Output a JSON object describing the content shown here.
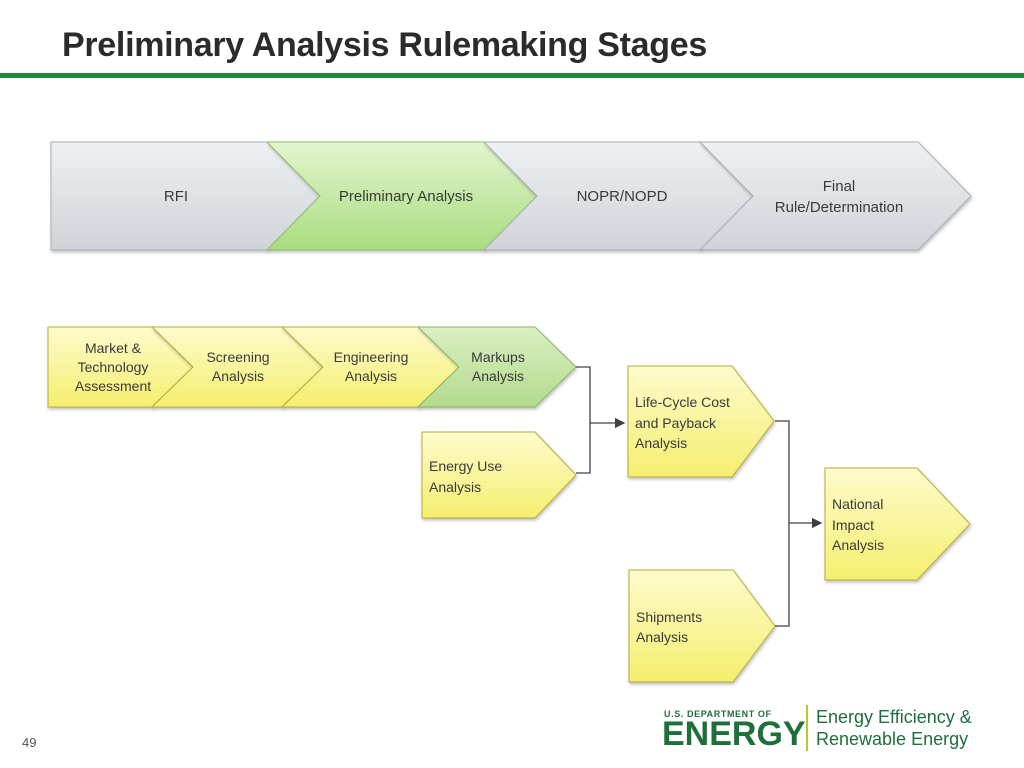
{
  "title": "Preliminary Analysis Rulemaking Stages",
  "colors": {
    "accent_rule": "#1e8a3c",
    "stage_gray": "#dfe2e6",
    "stage_green": "#c6e8a6",
    "step_yellow": "#f9f27a",
    "step_green": "#c0dfa0"
  },
  "stages": [
    {
      "line1": "RFI",
      "line2": ""
    },
    {
      "line1": "Preliminary Analysis",
      "line2": ""
    },
    {
      "line1": "NOPR/NOPD",
      "line2": ""
    },
    {
      "line1": "Final",
      "line2": "Rule/Determination"
    }
  ],
  "steps": [
    {
      "lines": [
        "Market &",
        "Technology",
        "Assessment"
      ]
    },
    {
      "lines": [
        "Screening",
        "Analysis"
      ]
    },
    {
      "lines": [
        "Engineering",
        "Analysis"
      ]
    },
    {
      "lines": [
        "Markups",
        "Analysis"
      ]
    }
  ],
  "analyses": {
    "energy_use": [
      "Energy Use",
      "Analysis"
    ],
    "lcc": [
      "Life-Cycle Cost",
      "and Payback",
      "Analysis"
    ],
    "shipments": [
      "Shipments",
      "Analysis"
    ],
    "nia": [
      "National",
      "Impact",
      "Analysis"
    ]
  },
  "footer": {
    "page_number": "49",
    "logo_dept": "U.S. DEPARTMENT OF",
    "logo_energy": "ENERGY",
    "logo_eere_line1": "Energy Efficiency &",
    "logo_eere_line2": "Renewable Energy"
  }
}
